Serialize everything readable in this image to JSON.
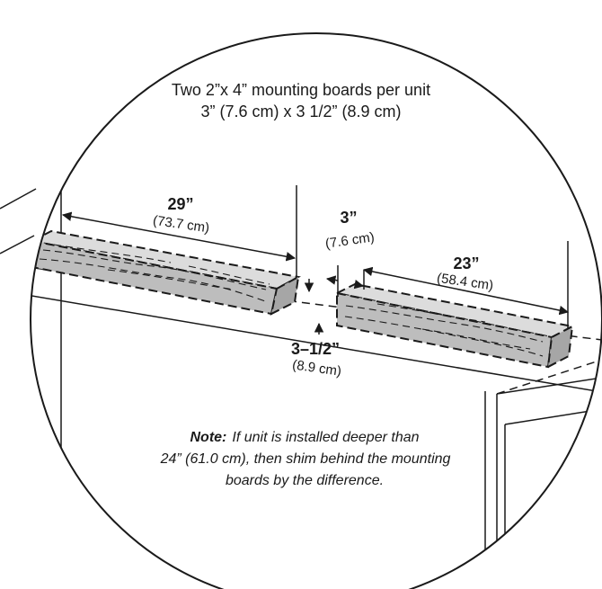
{
  "caption": {
    "line1": "Two 2”x 4” mounting boards per unit",
    "line2": "3” (7.6 cm) x 3 1/2” (8.9 cm)"
  },
  "dimensions": {
    "board1_length": {
      "inches": "29”",
      "cm": "(73.7 cm)"
    },
    "gap": {
      "inches": "3”",
      "cm": "(7.6 cm)"
    },
    "board2_length": {
      "inches": "23”",
      "cm": "(58.4 cm)"
    },
    "board_depth": {
      "inches": "3–1/2”",
      "cm": "(8.9 cm)"
    }
  },
  "note": {
    "label": "Note:",
    "line1": "If unit is installed deeper than",
    "line2": "24” (61.0 cm), then shim behind the mounting",
    "line3": "boards by the difference."
  }
}
